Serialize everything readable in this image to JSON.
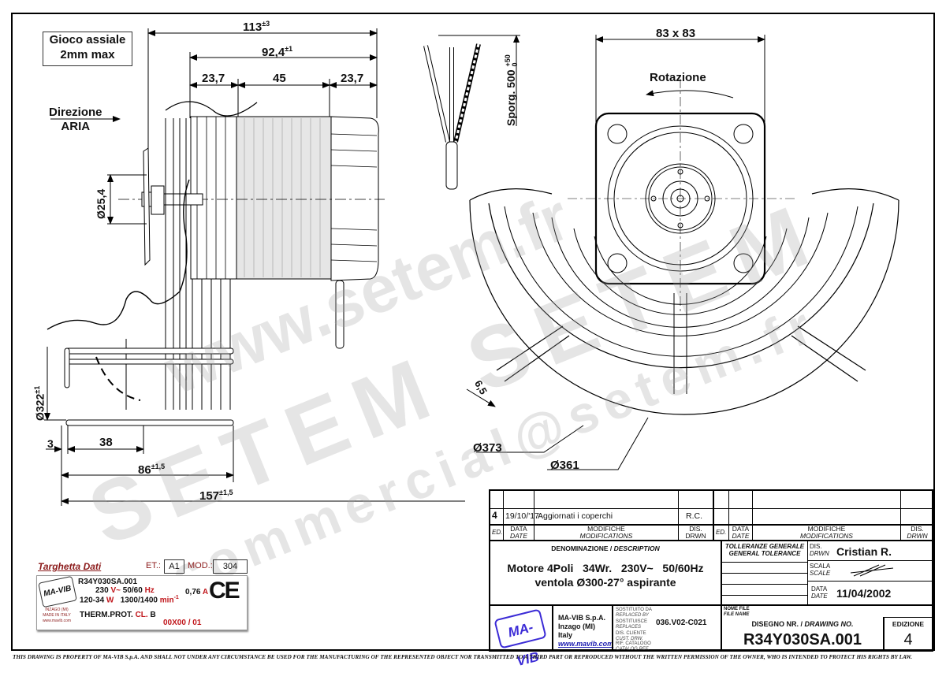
{
  "drawing": {
    "notes": {
      "axial_play_line1": "Gioco assiale",
      "axial_play_line2": "2mm max",
      "air_direction_line1": "Direzione",
      "air_direction_line2": "ARIA",
      "rotation": "Rotazione",
      "cable_length": "Sporg. 500",
      "cable_tol_plus": "+50",
      "cable_tol_minus": "0"
    },
    "dimensions": {
      "overall_motor_length": "113",
      "overall_motor_length_tol": "±3",
      "motor_body_length": "92,4",
      "motor_body_length_tol": "±1",
      "front_section": "23,7",
      "stator_length": "45",
      "rear_section": "23,7",
      "hub_diameter": "Ø25,4",
      "fan_diameter": "Ø322",
      "fan_diameter_tol": "±1",
      "offset_small": "3",
      "offset_38": "38",
      "fan_depth": "86",
      "fan_depth_tol": "±1,5",
      "overall_length": "157",
      "overall_length_tol": "±1,5",
      "flange": "83 x 83",
      "grille_outer": "Ø373",
      "grille_inner": "Ø361",
      "rim": "6,5"
    },
    "watermarks": [
      "www.setem.fr",
      "SETEM SETEM",
      "commercial@setem.fr"
    ]
  },
  "nameplate": {
    "title": "Targhetta Dati",
    "et_label": "ET.:",
    "et_value": "A1",
    "mod_label": "MOD.:",
    "mod_value": "304",
    "logo": "MA-VIB",
    "maker_line1": "INZAGO (MI)",
    "maker_line2": "MADE IN ITALY",
    "maker_line3": "www.mavib.com",
    "code": "R34Y030SA.001",
    "voltage": "230",
    "voltage_unit": "V~",
    "freq": "50/60",
    "freq_unit": "Hz",
    "current": "0,76",
    "current_unit": "A",
    "power": "120-34",
    "power_unit": "W",
    "speed": "1300/1400",
    "speed_unit": "min",
    "speed_exp": "-1",
    "therm_label": "THERM.PROT.",
    "class_label": "CL.",
    "class_value": "B",
    "batch": "00X00 / 01",
    "ce_mark": "CE"
  },
  "title_block": {
    "revisions_left": [
      {
        "ed": "",
        "date": "",
        "mod": "",
        "drwn": ""
      },
      {
        "ed": "4",
        "date": "19/10/'17",
        "mod": "Aggiornati i coperchi",
        "drwn": "R.C."
      }
    ],
    "rev_headers": {
      "ed": "ED.",
      "date_it": "DATA",
      "date_en": "DATE",
      "mod_it": "MODIFICHE",
      "mod_en": "MODIFICATIONS",
      "drwn_it": "DIS.",
      "drwn_en": "DRWN"
    },
    "description_label_it": "DENOMINAZIONE /",
    "description_label_en": "DESCRIPTION",
    "description_line1": "Motore 4Poli   34Wr.   230V~   50/60Hz",
    "description_line2": "ventola Ø300-27° aspirante",
    "tolerance_label_it": "TOLLERANZE GENERALE",
    "tolerance_label_en": "GENERAL TOLERANCE",
    "drawn_label_it": "DIS.",
    "drawn_label_en": "DRWN",
    "drawn_by": "Cristian R.",
    "scale_label_it": "SCALA",
    "scale_label_en": "SCALE",
    "date_label_it": "DATA",
    "date_label_en": "DATE",
    "date": "11/04/2002",
    "company_logo": "MA-VIB",
    "company_name": "MA-VIB S.p.A.",
    "company_city": "Inzago (MI)",
    "company_country": "Italy",
    "company_url": "www.mavib.com",
    "replaced_by_it": "SOSTITUITO DA",
    "replaced_by_en": "REPLACED BY",
    "replaces_it": "SOSTITUISCE",
    "replaces_en": "REPLACES",
    "replaces_value": "036.V02-C021",
    "cust_drw_it": "DIS. CLIENTE",
    "cust_drw_en": "CUST. DRW.",
    "catalog_it": "RIF. CATALOGO",
    "catalog_en": "CATALOG REF.",
    "file_name_it": "NOME FILE",
    "file_name_en": "FILE NAME",
    "drawing_no_label_it": "DISEGNO NR. /",
    "drawing_no_label_en": "DRAWING NO.",
    "drawing_no": "R34Y030SA.001",
    "edition_label": "EDIZIONE",
    "edition": "4"
  },
  "footer": "THIS DRAWING IS PROPERTY OF MA-VIB S.p.A. AND SHALL NOT UNDER ANY CIRCUMSTANCE BE USED FOR THE MANUFACTURING OF THE REPRESENTED OBJECT NOR TRANSMITTED TO A THIRD PART OR REPRODUCED WITHOUT THE WRITTEN PERMISSION OF THE OWNER, WHO IS INTENDED TO PROTECT HIS RIGHTS BY LAW."
}
